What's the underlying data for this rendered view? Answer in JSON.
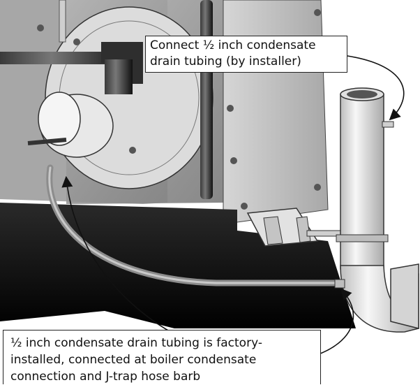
{
  "diagram": {
    "callouts": {
      "top": {
        "lines": [
          "Connect ½ inch condensate",
          "drain tubing (by installer)"
        ]
      },
      "bottom": {
        "lines": [
          "½ inch condensate drain tubing is factory-",
          "installed, connected at boiler condensate",
          "connection and J-trap hose barb"
        ]
      }
    },
    "colors": {
      "cabinet": "#9a9a9a",
      "cabinet_light": "#c8c8c8",
      "base": "#0d0d0d",
      "pipe": "#1a1a1a",
      "pvc": "#e6e6e6",
      "arrow": "#111111"
    }
  }
}
